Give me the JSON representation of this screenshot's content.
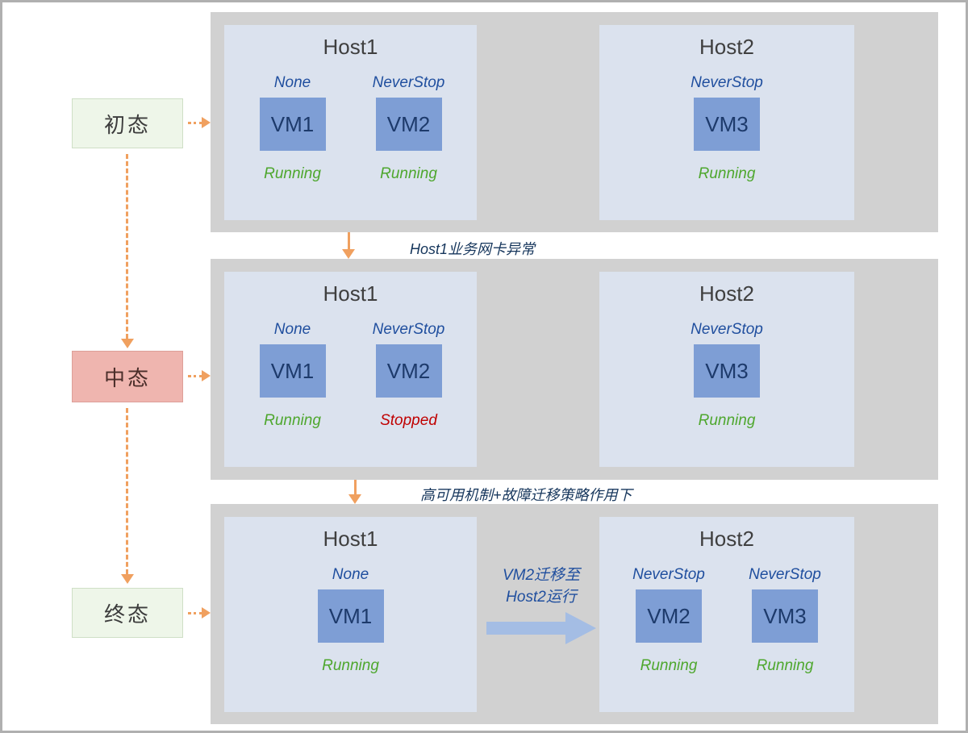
{
  "diagram": {
    "states": [
      {
        "label": "初态"
      },
      {
        "label": "中态"
      },
      {
        "label": "终态"
      }
    ],
    "transitions": [
      {
        "label": "Host1业务网卡异常"
      },
      {
        "label": "高可用机制+故障迁移策略作用下"
      }
    ],
    "migration_label": {
      "line1": "VM2迁移至",
      "line2": "Host2运行"
    },
    "rows": [
      {
        "hosts": [
          {
            "title": "Host1",
            "vms": [
              {
                "name": "VM1",
                "policy": "None",
                "status": "Running"
              },
              {
                "name": "VM2",
                "policy": "NeverStop",
                "status": "Running"
              }
            ]
          },
          {
            "title": "Host2",
            "vms": [
              {
                "name": "VM3",
                "policy": "NeverStop",
                "status": "Running"
              }
            ]
          }
        ]
      },
      {
        "hosts": [
          {
            "title": "Host1",
            "vms": [
              {
                "name": "VM1",
                "policy": "None",
                "status": "Running"
              },
              {
                "name": "VM2",
                "policy": "NeverStop",
                "status": "Stopped"
              }
            ]
          },
          {
            "title": "Host2",
            "vms": [
              {
                "name": "VM3",
                "policy": "NeverStop",
                "status": "Running"
              }
            ]
          }
        ]
      },
      {
        "hosts": [
          {
            "title": "Host1",
            "vms": [
              {
                "name": "VM1",
                "policy": "None",
                "status": "Running"
              }
            ]
          },
          {
            "title": "Host2",
            "vms": [
              {
                "name": "VM2",
                "policy": "NeverStop",
                "status": "Running"
              },
              {
                "name": "VM3",
                "policy": "NeverStop",
                "status": "Running"
              }
            ]
          }
        ]
      }
    ],
    "colors": {
      "running_green": "#4ea72e",
      "stopped_red": "#c00000",
      "policy_blue": "#1f4e9e",
      "vm_box_blue": "#7e9ed5",
      "arrow_orange": "#f0a05f",
      "migration_arrow_blue": "#a4bde4",
      "state_green_bg": "#eef6e9",
      "state_red_bg": "#efb5af"
    }
  }
}
